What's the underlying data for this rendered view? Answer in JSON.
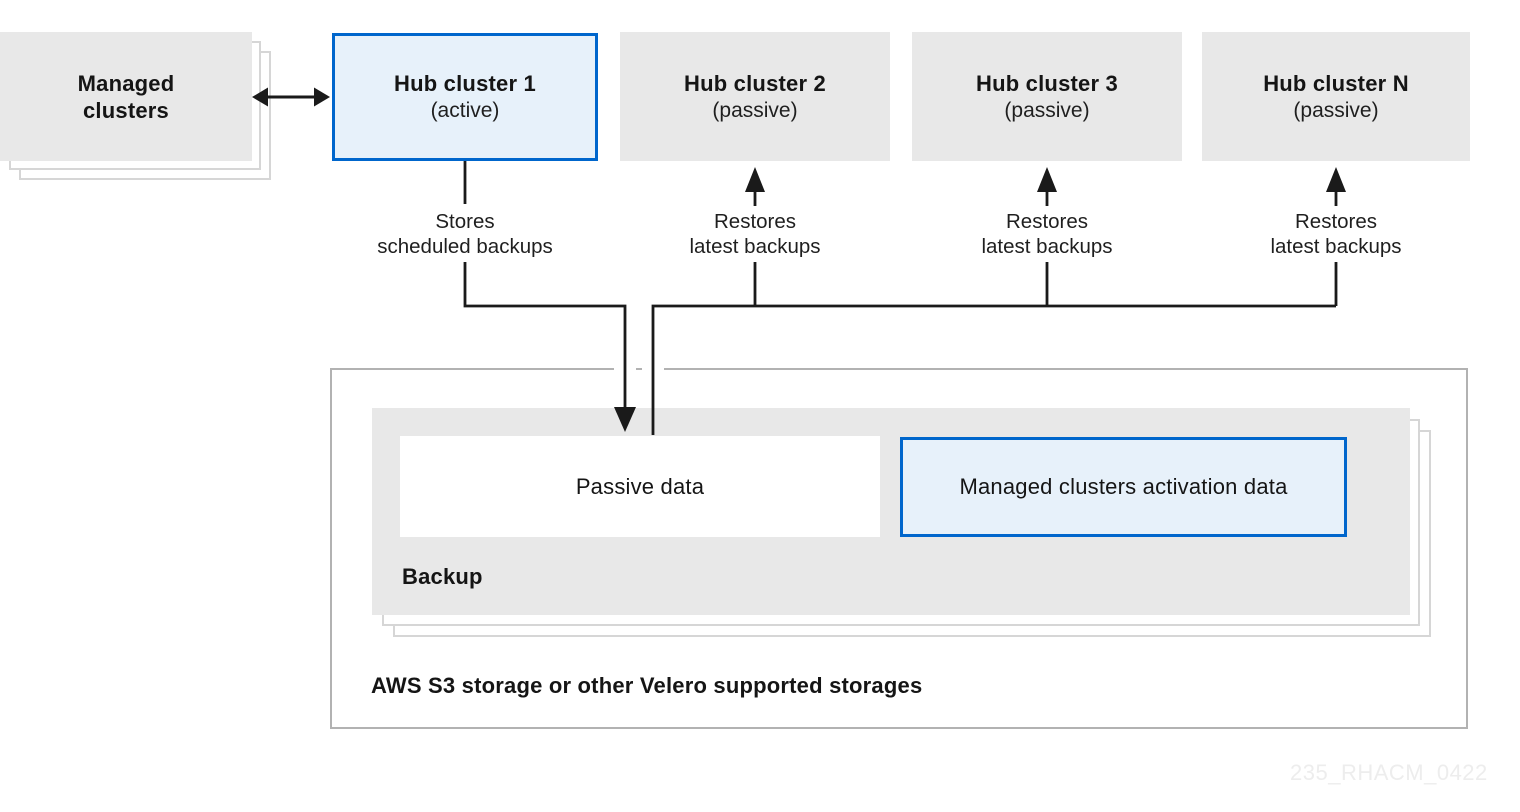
{
  "watermark": "235_RHACM_0422",
  "managed_clusters": {
    "line1": "Managed",
    "line2": "clusters"
  },
  "hubs": [
    {
      "title": "Hub cluster 1",
      "state": "(active)",
      "flow_line1": "Stores",
      "flow_line2": "scheduled backups",
      "flow_direction": "down"
    },
    {
      "title": "Hub cluster 2",
      "state": "(passive)",
      "flow_line1": "Restores",
      "flow_line2": "latest backups",
      "flow_direction": "up"
    },
    {
      "title": "Hub cluster 3",
      "state": "(passive)",
      "flow_line1": "Restores",
      "flow_line2": "latest backups",
      "flow_direction": "up"
    },
    {
      "title": "Hub cluster N",
      "state": "(passive)",
      "flow_line1": "Restores",
      "flow_line2": "latest backups",
      "flow_direction": "up"
    }
  ],
  "storage": {
    "title": "AWS S3 storage or other Velero supported storages",
    "backup_label": "Backup",
    "passive_data_label": "Passive data",
    "activation_data_label": "Managed clusters activation data"
  },
  "colors": {
    "active_border": "#0066cc",
    "active_fill": "#e7f1fa",
    "passive_fill": "#e8e8e8",
    "connector": "#1a1a1a",
    "stack_outline": "#d6d6d6",
    "storage_border": "#b2b2b2"
  }
}
